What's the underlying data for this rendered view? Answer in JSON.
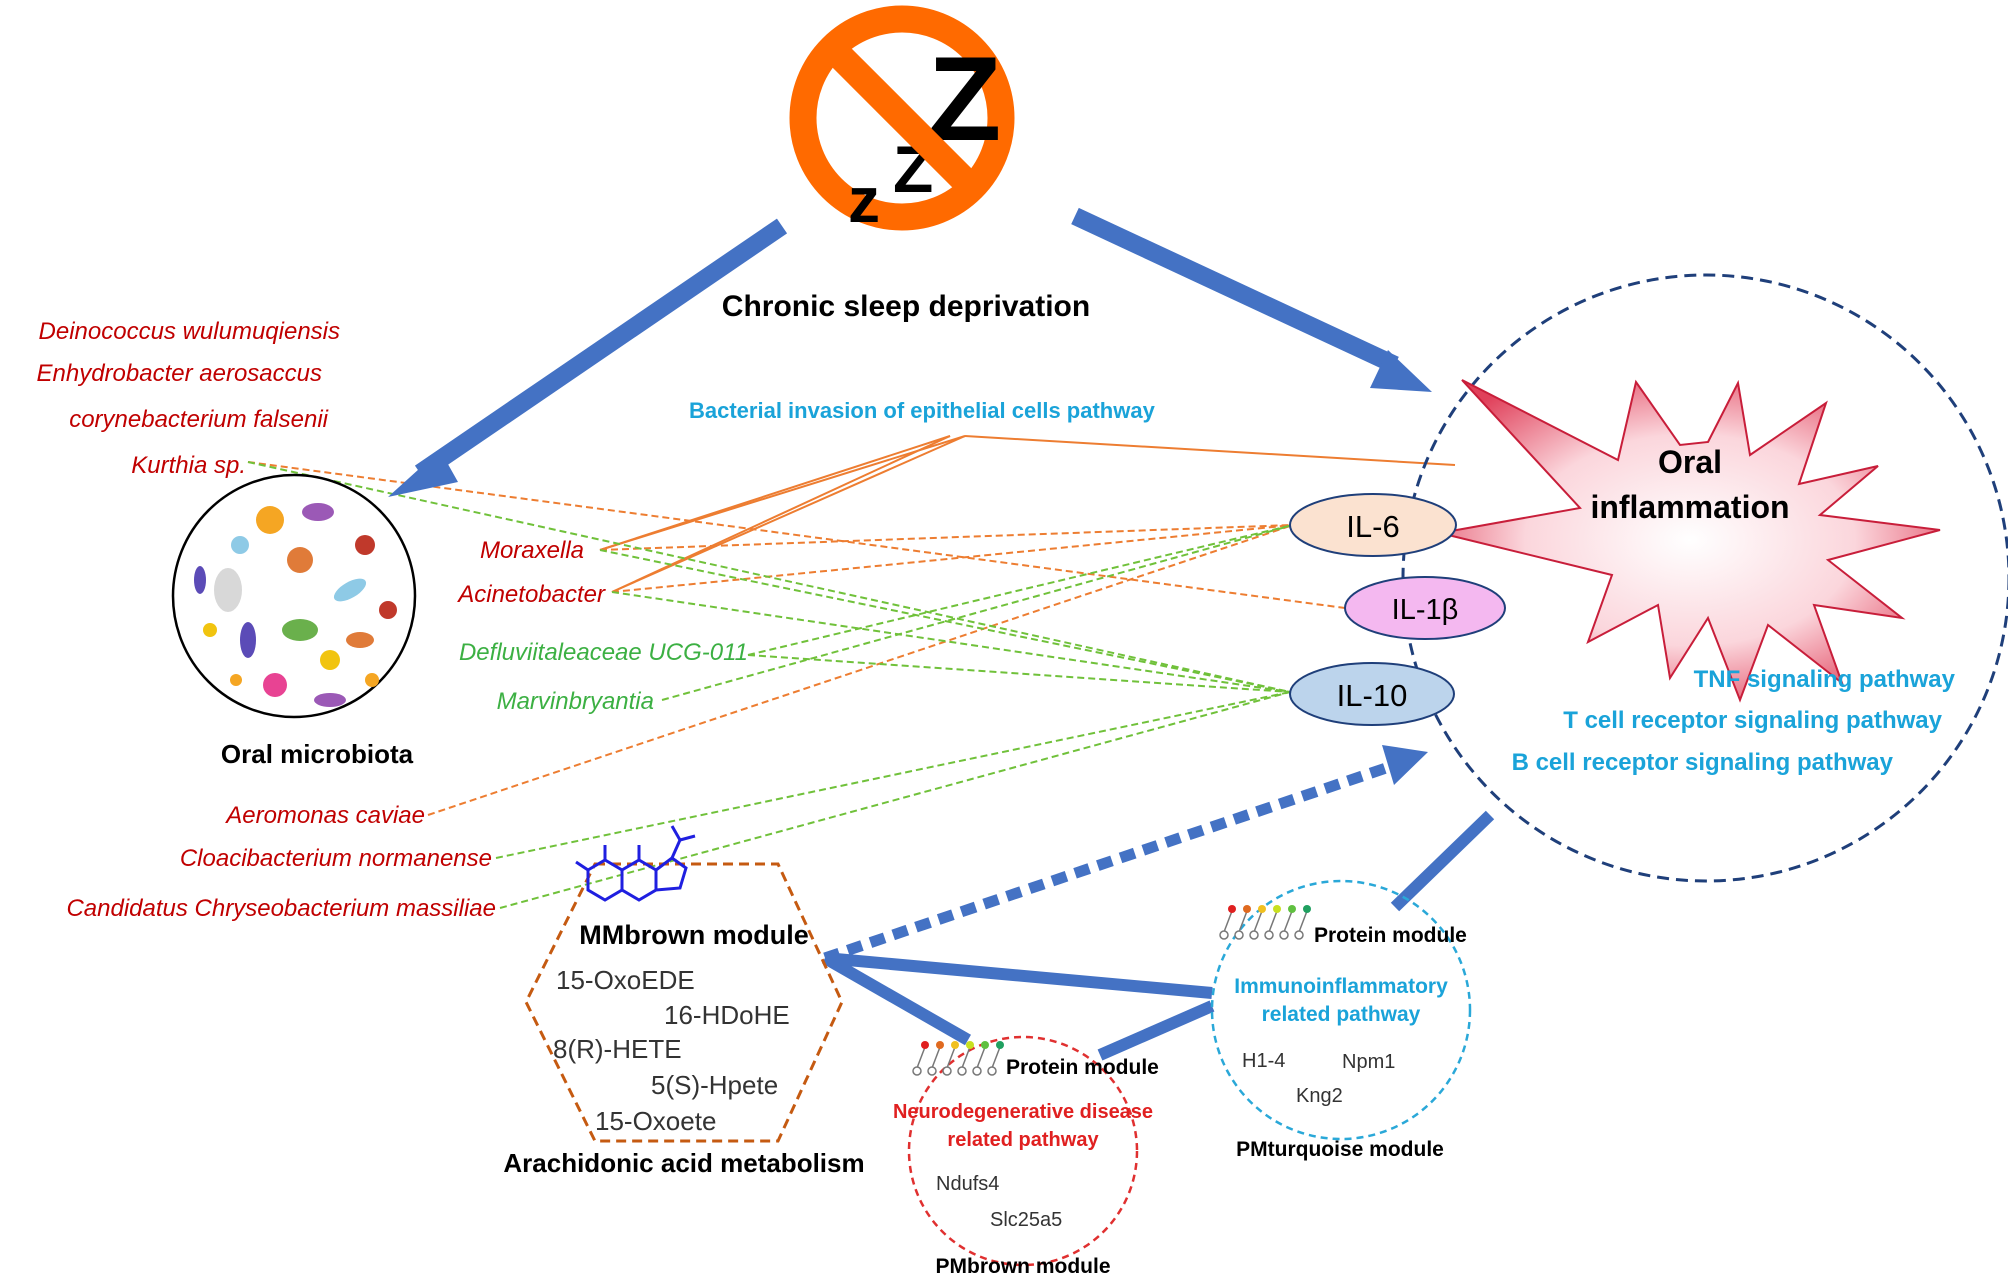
{
  "top": {
    "title": "Chronic sleep deprivation",
    "zzz": [
      "z",
      "Z",
      "Z"
    ]
  },
  "inflammation": {
    "title_line1": "Oral",
    "title_line2": "inflammation",
    "pathways": [
      "TNF signaling pathway",
      "T cell receptor signaling  pathway",
      "B cell receptor signaling pathway"
    ],
    "cytokines": [
      "IL-6",
      "IL-1β",
      "IL-10"
    ]
  },
  "bacterial_pathway": "Bacterial invasion of epithelial cells pathway",
  "microbiota": {
    "label": "Oral microbiota",
    "taxa_top": [
      "Deinococcus wulumuqiensis",
      "Enhydrobacter aerosaccus",
      "corynebacterium falsenii",
      "Kurthia sp."
    ],
    "taxa_mid": [
      "Moraxella",
      "Acinetobacter",
      "Defluviitaleaceae UCG-011",
      "Marvinbryantia"
    ],
    "taxa_bottom": [
      "Aeromonas caviae",
      "Cloacibacterium normanense",
      "Candidatus Chryseobacterium massiliae"
    ]
  },
  "mmbrown": {
    "title": "MMbrown module",
    "metabolites": [
      "15-OxoEDE",
      "16-HDoHE",
      "8(R)-HETE",
      "5(S)-Hpete",
      "15-Oxoete"
    ],
    "caption": "Arachidonic acid metabolism"
  },
  "pmbrown": {
    "protein_label": "Protein module",
    "pathway_line1": "Neurodegenerative disease",
    "pathway_line2": "related pathway",
    "proteins": [
      "Ndufs4",
      "Slc25a5"
    ],
    "caption": "PMbrown module"
  },
  "pmturquoise": {
    "protein_label": "Protein module",
    "pathway_line1": "Immunoinflammatory",
    "pathway_line2": "related pathway",
    "proteins": [
      "H1-4",
      "Npm1",
      "Kng2"
    ],
    "caption": "PMturquoise module"
  },
  "colors": {
    "arrow_blue": "#4472c4",
    "red_text": "#c00000",
    "green_text": "#3cb043",
    "cyan_text": "#1aa3d9",
    "orange_line": "#ed7d31",
    "green_line": "#70c13a",
    "dashed_circle": "#1f3f7a",
    "mmbrown_hex": "#c55a11",
    "pmbrown_circle": "#e03030",
    "pmturquoise_circle": "#2aa8d8",
    "prohibit_orange": "#ff6a00",
    "il6_fill": "#fbe2d0",
    "il1b_fill": "#f4b8f0",
    "il10_fill": "#bcd4ec"
  }
}
